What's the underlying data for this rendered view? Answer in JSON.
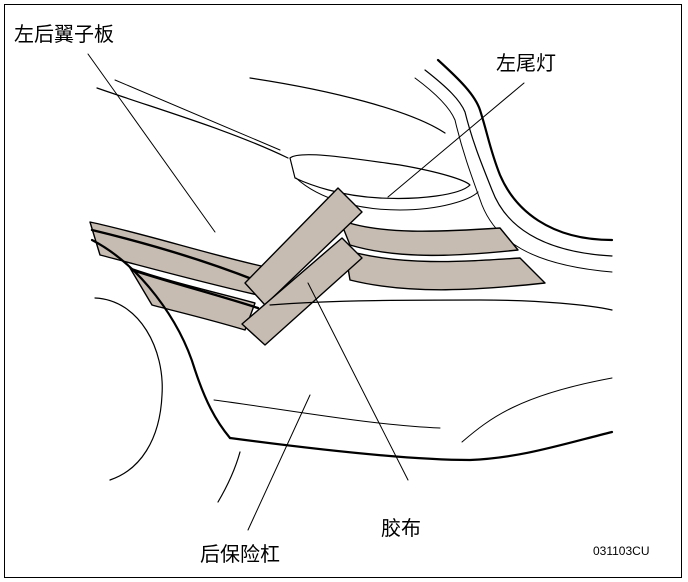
{
  "labels": {
    "left_rear_fender": "左后翼子板",
    "left_tail_light": "左尾灯",
    "tape": "胶布",
    "rear_bumper": "后保险杠",
    "figure_code": "031103CU"
  },
  "colors": {
    "tape_fill": "#c7bcb2",
    "line": "#000000",
    "background": "#ffffff"
  }
}
